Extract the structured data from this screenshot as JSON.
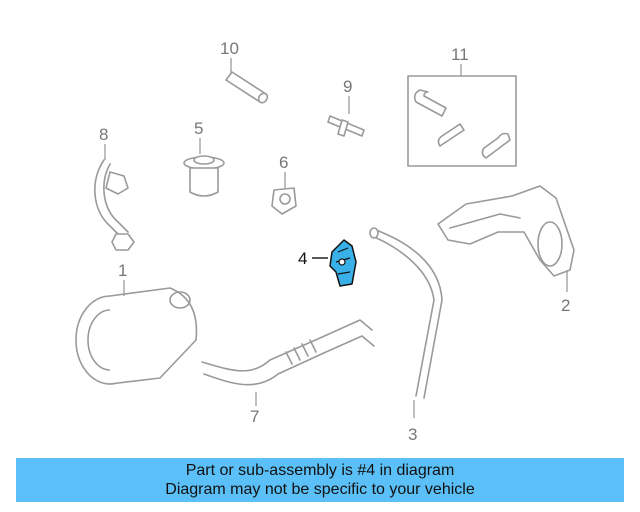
{
  "callouts": {
    "c1": "1",
    "c2": "2",
    "c3": "3",
    "c4": "4",
    "c5": "5",
    "c6": "6",
    "c7": "7",
    "c8": "8",
    "c9": "9",
    "c10": "10",
    "c11": "11"
  },
  "highlight": {
    "part": "4",
    "color": "#3ab0e8"
  },
  "banner": {
    "line1": "Part or sub-assembly is #4 in diagram",
    "line2": "Diagram may not be specific to your vehicle",
    "background": "#5bc0f8"
  }
}
